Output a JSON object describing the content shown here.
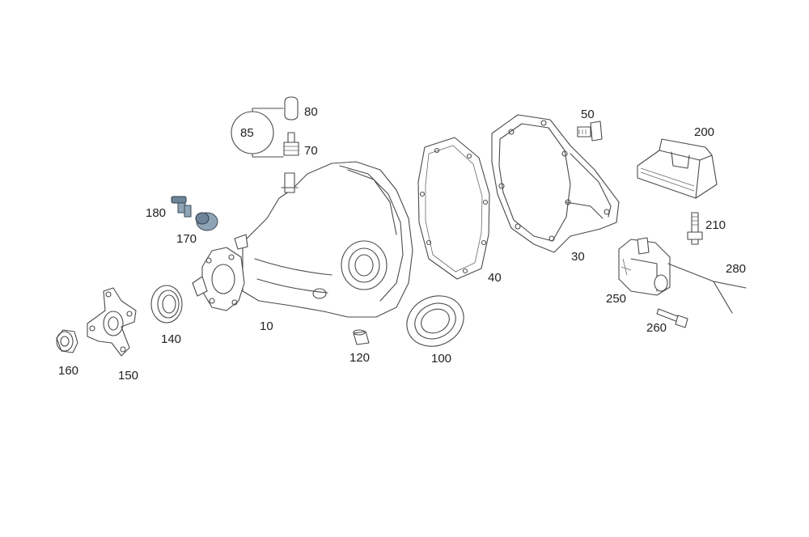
{
  "callouts": {
    "c10": "10",
    "c30": "30",
    "c40": "40",
    "c50": "50",
    "c70": "70",
    "c80": "80",
    "c85": "85",
    "c100": "100",
    "c120": "120",
    "c140": "140",
    "c150": "150",
    "c160": "160",
    "c170": "170",
    "c180": "180",
    "c200": "200",
    "c210": "210",
    "c250": "250",
    "c260": "260",
    "c280": "280"
  },
  "colors": {
    "line": "#4a4a4a",
    "highlight_part": "#8fa4b6",
    "background": "#ffffff"
  }
}
